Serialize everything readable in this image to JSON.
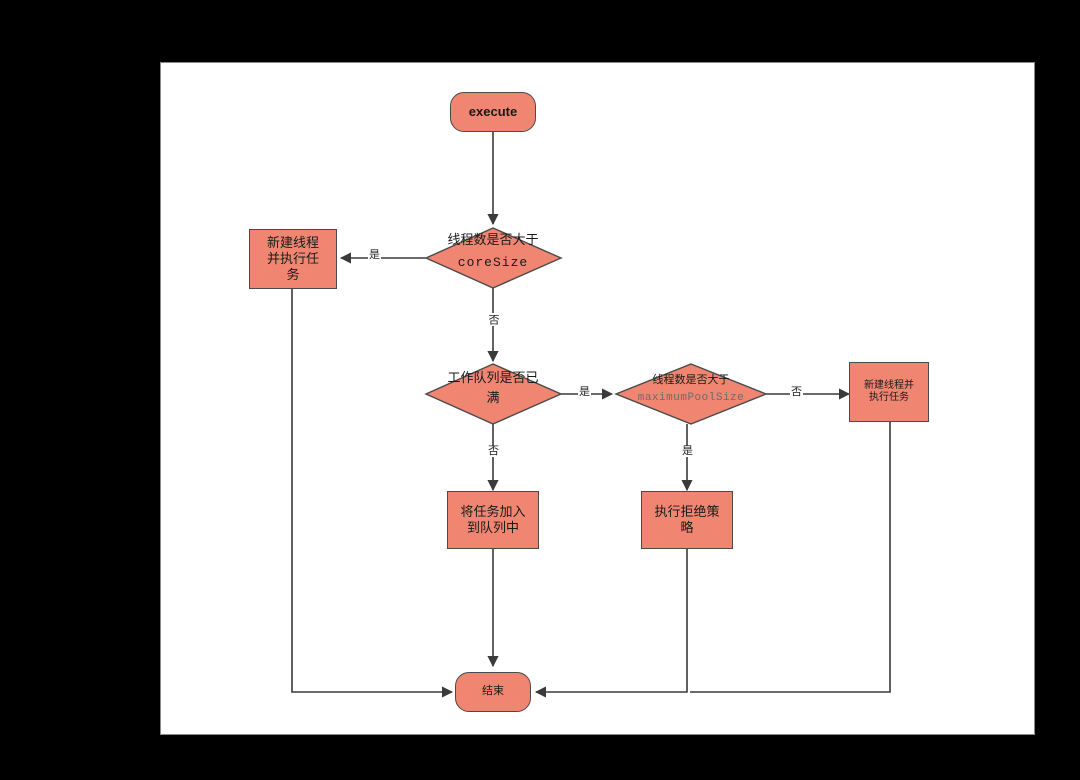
{
  "diagram": {
    "title": "execute",
    "canvas": {
      "background": "#ffffff",
      "border_color": "#8a8a8a",
      "page_background": "#000000"
    },
    "style": {
      "node_fill": "#f08672",
      "node_stroke": "#4a4a4a",
      "edge_color": "#3a3a3a",
      "text_color": "#1a1a1a"
    },
    "nodes": [
      {
        "id": "start",
        "type": "terminal",
        "label": "execute"
      },
      {
        "id": "new-thread-core",
        "type": "process",
        "label": "新建线程\n并执行任\n务"
      },
      {
        "id": "dec-core",
        "type": "decision",
        "label_cn": "线程数是否大于",
        "label_code": "coreSize"
      },
      {
        "id": "dec-queue",
        "type": "decision",
        "label_cn": "工作队列是否已",
        "label_cn2": "满"
      },
      {
        "id": "dec-max",
        "type": "decision",
        "label_cn": "线程数是否大于",
        "label_code": "maximumPoolSize"
      },
      {
        "id": "new-thread-max",
        "type": "process",
        "label": "新建线程并\n执行任务"
      },
      {
        "id": "enqueue",
        "type": "process",
        "label": "将任务加入\n到队列中"
      },
      {
        "id": "reject",
        "type": "process",
        "label": "执行拒绝策\n略"
      },
      {
        "id": "end",
        "type": "terminal",
        "label": "结束"
      }
    ],
    "edge_labels": {
      "core_yes": "是",
      "core_no": "否",
      "queue_yes": "是",
      "queue_no": "否",
      "max_yes": "是",
      "max_no": "否"
    },
    "edges": [
      {
        "from": "start",
        "to": "dec-core",
        "label": ""
      },
      {
        "from": "dec-core",
        "to": "new-thread-core",
        "label": "是"
      },
      {
        "from": "dec-core",
        "to": "dec-queue",
        "label": "否"
      },
      {
        "from": "dec-queue",
        "to": "dec-max",
        "label": "是"
      },
      {
        "from": "dec-queue",
        "to": "enqueue",
        "label": "否"
      },
      {
        "from": "dec-max",
        "to": "new-thread-max",
        "label": "否"
      },
      {
        "from": "dec-max",
        "to": "reject",
        "label": "是"
      },
      {
        "from": "new-thread-core",
        "to": "end",
        "label": ""
      },
      {
        "from": "enqueue",
        "to": "end",
        "label": ""
      },
      {
        "from": "reject",
        "to": "end",
        "label": ""
      },
      {
        "from": "new-thread-max",
        "to": "end",
        "label": ""
      }
    ]
  }
}
